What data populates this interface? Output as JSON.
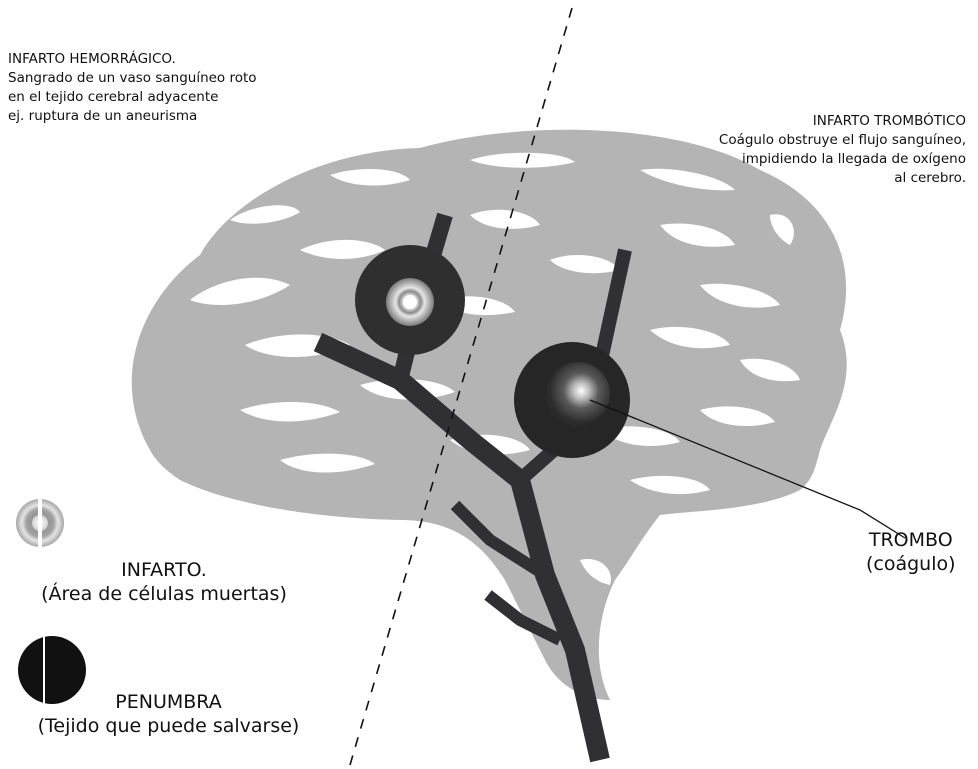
{
  "colors": {
    "brain": "#b4b4b4",
    "vessel": "#303033",
    "penumbra": "#111111",
    "background": "#ffffff"
  },
  "hemorrhagic": {
    "title": "INFARTO HEMORRÁGICO.",
    "line1": "Sangrado de un vaso sanguíneo roto",
    "line2": "en el tejido cerebral adyacente",
    "line3": "ej. ruptura de un aneurisma"
  },
  "thrombotic": {
    "title": "INFARTO TROMBÓTICO",
    "line1": "Coágulo obstruye el flujo sanguíneo,",
    "line2": "impidiendo la llegada de oxígeno",
    "line3": "al cerebro."
  },
  "thrombus": {
    "label": "TROMBO",
    "sublabel": "(coágulo)"
  },
  "legend": {
    "infarct_label": "INFARTO.",
    "infarct_desc": "(Área de células muertas)",
    "penumbra_label": "PENUMBRA",
    "penumbra_desc": "(Tejido que puede salvarse)"
  }
}
